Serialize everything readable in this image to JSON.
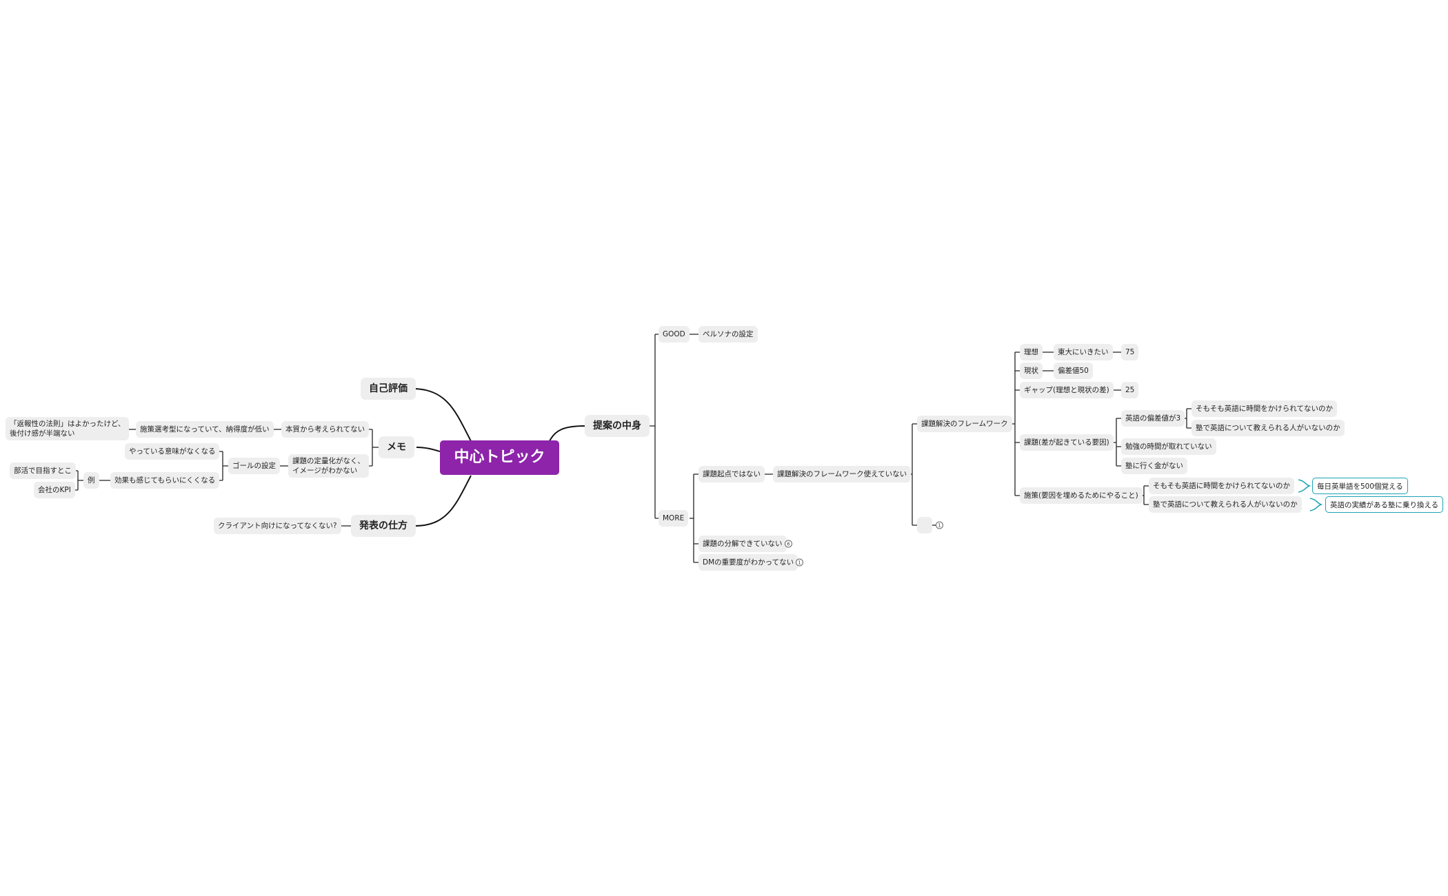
{
  "center": "中心トピック",
  "branches": {
    "self_eval": "自己評価",
    "memo": "メモ",
    "memo_items": {
      "essence": "本質から考えられてない",
      "measure": "施策選考型になっていて、納得度が低い",
      "reciprocity": "「返報性の法則」はよかったけど、\n後付け感が半端ない",
      "quant": "課題の定量化がなく、\nイメージがわかない",
      "goal": "ゴールの設定",
      "meaning": "やっている意味がなくなる",
      "effect": "効果も感じてもらいにくくなる",
      "example": "例",
      "club": "部活で目指すとこ",
      "kpi": "会社のKPI"
    },
    "presentation": "発表の仕方",
    "client": "クライアント向けになってなくない?",
    "proposal": "提案の中身",
    "good": "GOOD",
    "persona": "ペルソナの設定",
    "more": "MORE",
    "issue_origin": "課題起点ではない",
    "framework_unused": "課題解決のフレームワーク使えていない",
    "framework": "課題解決のフレームワーク",
    "ideal": "理想",
    "todai": "東大にいきたい",
    "score75": "75",
    "current": "現状",
    "hensachi50": "偏差値50",
    "gap": "ギャップ(理想と現状の差)",
    "score25": "25",
    "cause": "課題(差が起きている要因)",
    "english3": "英語の偏差値が3",
    "no_time_english": "そもそも英語に時間をかけられてないのか",
    "no_teacher": "塾で英語について教えられる人がいないのか",
    "no_study_time": "勉強の時間が取れていない",
    "no_money": "塾に行く金がない",
    "measures": "施策(要因を埋めるためにやること)",
    "measure_time": "そもそも英語に時間をかけられてないのか",
    "measure_teacher": "塾で英語について教えられる人がいないのか",
    "words500": "毎日英単語を500個覚える",
    "switch_school": "英語の実績がある塾に乗り換える",
    "decompose": "課題の分解できていない",
    "dm_priority": "DMの重要度がわかってない",
    "count_blank": "1",
    "count_decompose": "6",
    "count_dm": "1"
  }
}
